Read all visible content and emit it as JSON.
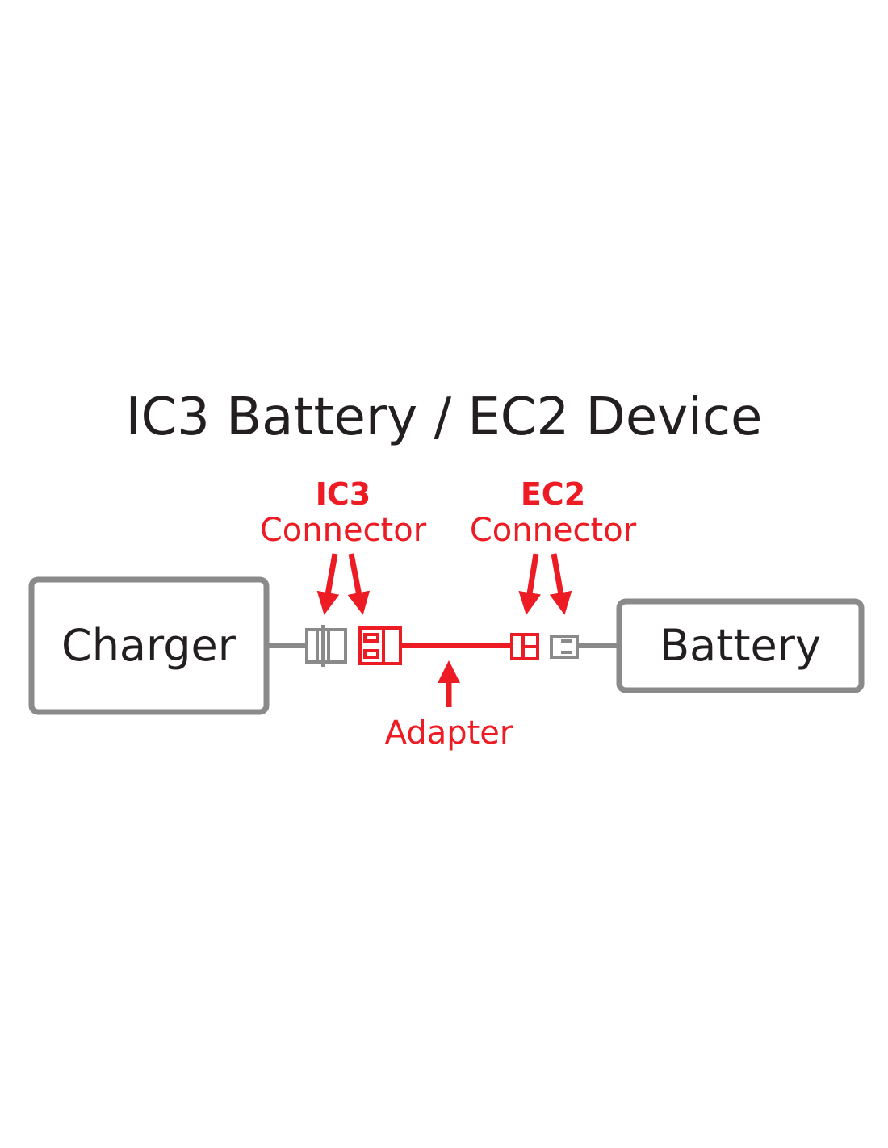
{
  "title": "IC3 Battery / EC2 Device",
  "charger_label": "Charger",
  "battery_label": "Battery",
  "ic3": {
    "name": "IC3",
    "caption": "Connector"
  },
  "ec2": {
    "name": "EC2",
    "caption": "Connector"
  },
  "adapter_label": "Adapter",
  "colors": {
    "accent": "#ed1c24",
    "gray": "#8a8a8a",
    "text": "#231f20"
  }
}
